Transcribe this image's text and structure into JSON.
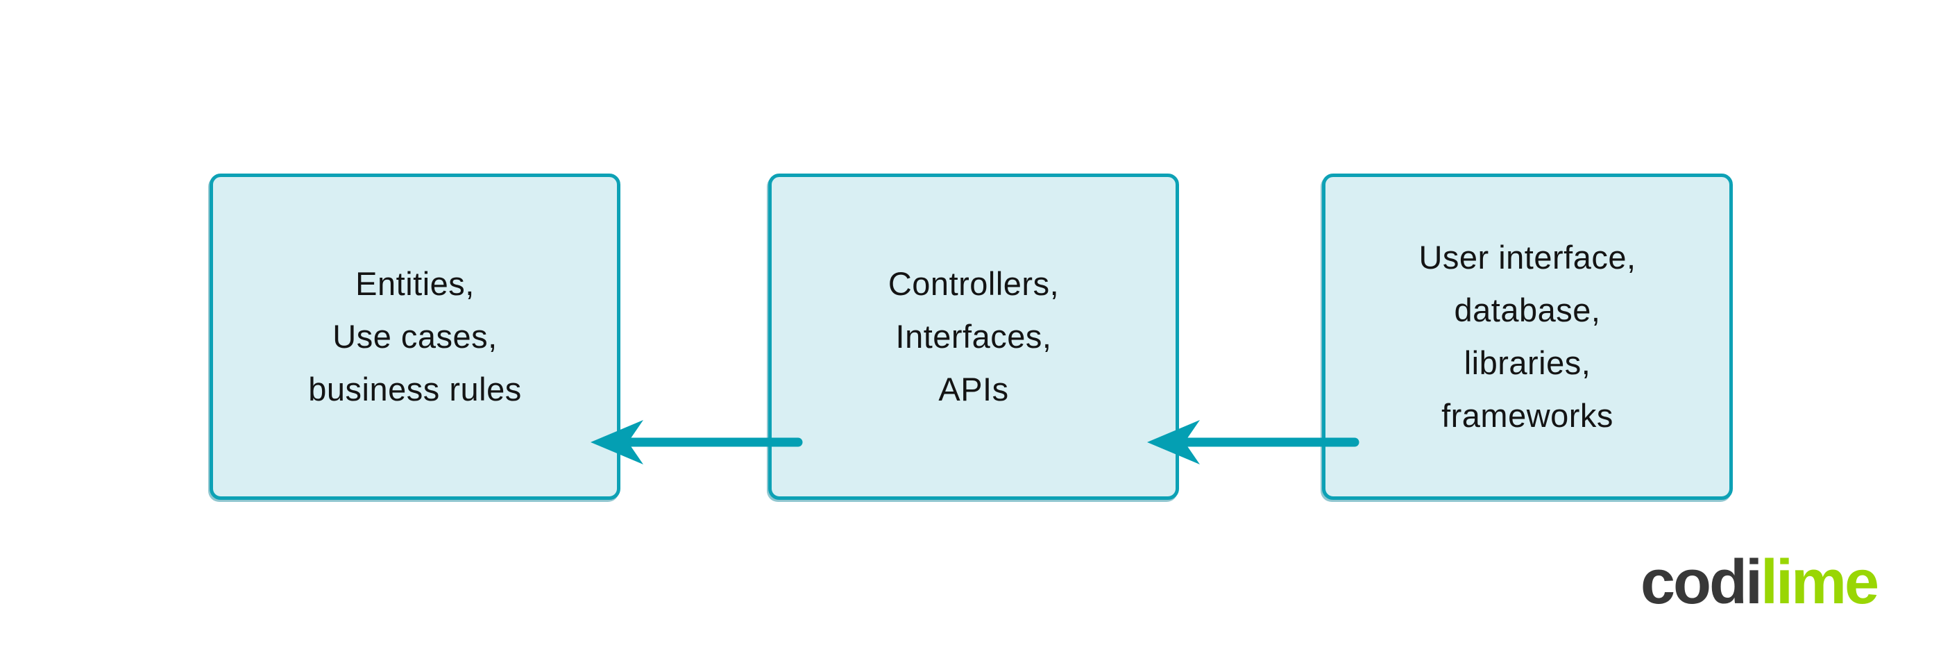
{
  "diagram": {
    "title": "clean-architecture-layers",
    "boxes": [
      {
        "id": "entities",
        "lines": [
          "Entities,",
          "Use cases,",
          "business rules"
        ]
      },
      {
        "id": "controllers",
        "lines": [
          "Controllers,",
          "Interfaces,",
          "APIs"
        ]
      },
      {
        "id": "infrastructure",
        "lines": [
          "User interface,",
          "database,",
          "libraries,",
          "frameworks"
        ]
      }
    ],
    "arrows": [
      {
        "from": "controllers",
        "to": "entities",
        "direction": "left"
      },
      {
        "from": "infrastructure",
        "to": "controllers",
        "direction": "left"
      }
    ],
    "colors": {
      "box_fill": "#d9eff3",
      "box_border": "#0da1b5",
      "arrow": "#049fb3",
      "text": "#141414",
      "background": "#ffffff"
    }
  },
  "logo": {
    "text": "codilime",
    "part1": "codi",
    "part2": "lime",
    "part1_color": "#383838",
    "part2_color": "#99d604"
  }
}
